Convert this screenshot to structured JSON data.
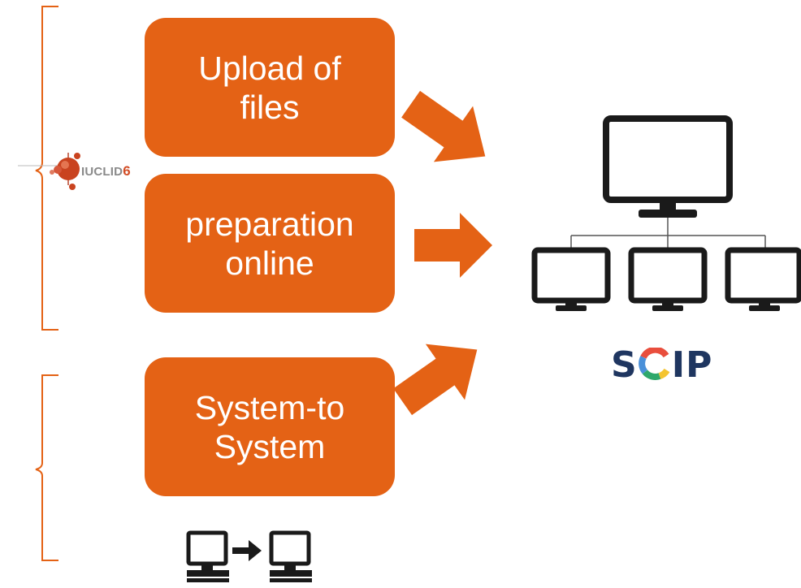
{
  "boxes": {
    "upload": {
      "line1": "Upload of",
      "line2": "files"
    },
    "online": {
      "line1": "preparation",
      "line2": "online"
    },
    "s2s": {
      "line1": "System-to",
      "line2": "System"
    }
  },
  "iuclid": {
    "name": "IUCLID",
    "version": "6"
  },
  "scip": {
    "label_pre": "S",
    "label_post": "IP"
  },
  "colors": {
    "box": "#E46215",
    "arrow": "#E46215",
    "bracket": "#E46215",
    "monitor": "#1a1a1a",
    "scip_text": "#1f3660"
  }
}
